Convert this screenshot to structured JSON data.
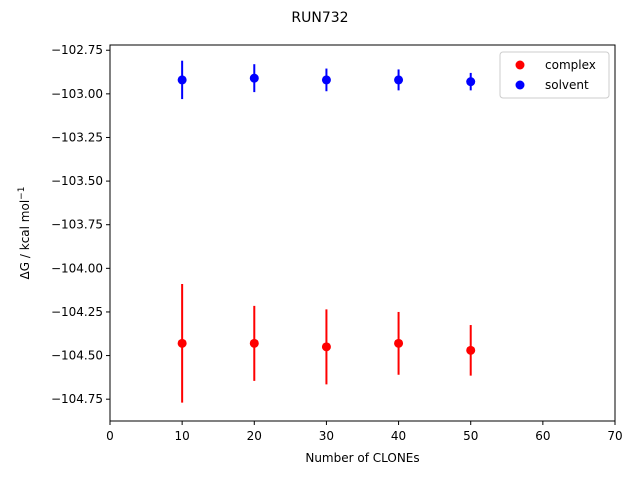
{
  "chart_data": {
    "type": "scatter",
    "title": "RUN732",
    "xlabel": "Number of CLONEs",
    "ylabel_main": "ΔG / kcal mol",
    "ylabel_sup": "−1",
    "xlim": [
      0,
      70
    ],
    "ylim": [
      -104.875,
      -102.72
    ],
    "x_ticks": [
      0,
      10,
      20,
      30,
      40,
      50,
      60,
      70
    ],
    "y_ticks": [
      -104.75,
      -104.5,
      -104.25,
      -104.0,
      -103.75,
      -103.5,
      -103.25,
      -103.0,
      -102.75
    ],
    "y_tick_labels": [
      "−104.75",
      "−104.50",
      "−104.25",
      "−104.00",
      "−103.75",
      "−103.50",
      "−103.25",
      "−103.00",
      "−102.75"
    ],
    "grid": false,
    "legend_position": "top-right",
    "series": [
      {
        "name": "complex",
        "color": "#ff0000",
        "x": [
          10,
          20,
          30,
          40,
          50
        ],
        "y": [
          -104.43,
          -104.43,
          -104.45,
          -104.43,
          -104.47
        ],
        "yerr": [
          0.34,
          0.215,
          0.215,
          0.18,
          0.145
        ]
      },
      {
        "name": "solvent",
        "color": "#0000ff",
        "x": [
          10,
          20,
          30,
          40,
          50
        ],
        "y": [
          -102.92,
          -102.91,
          -102.92,
          -102.92,
          -102.93
        ],
        "yerr": [
          0.11,
          0.08,
          0.065,
          0.06,
          0.05
        ]
      }
    ]
  }
}
